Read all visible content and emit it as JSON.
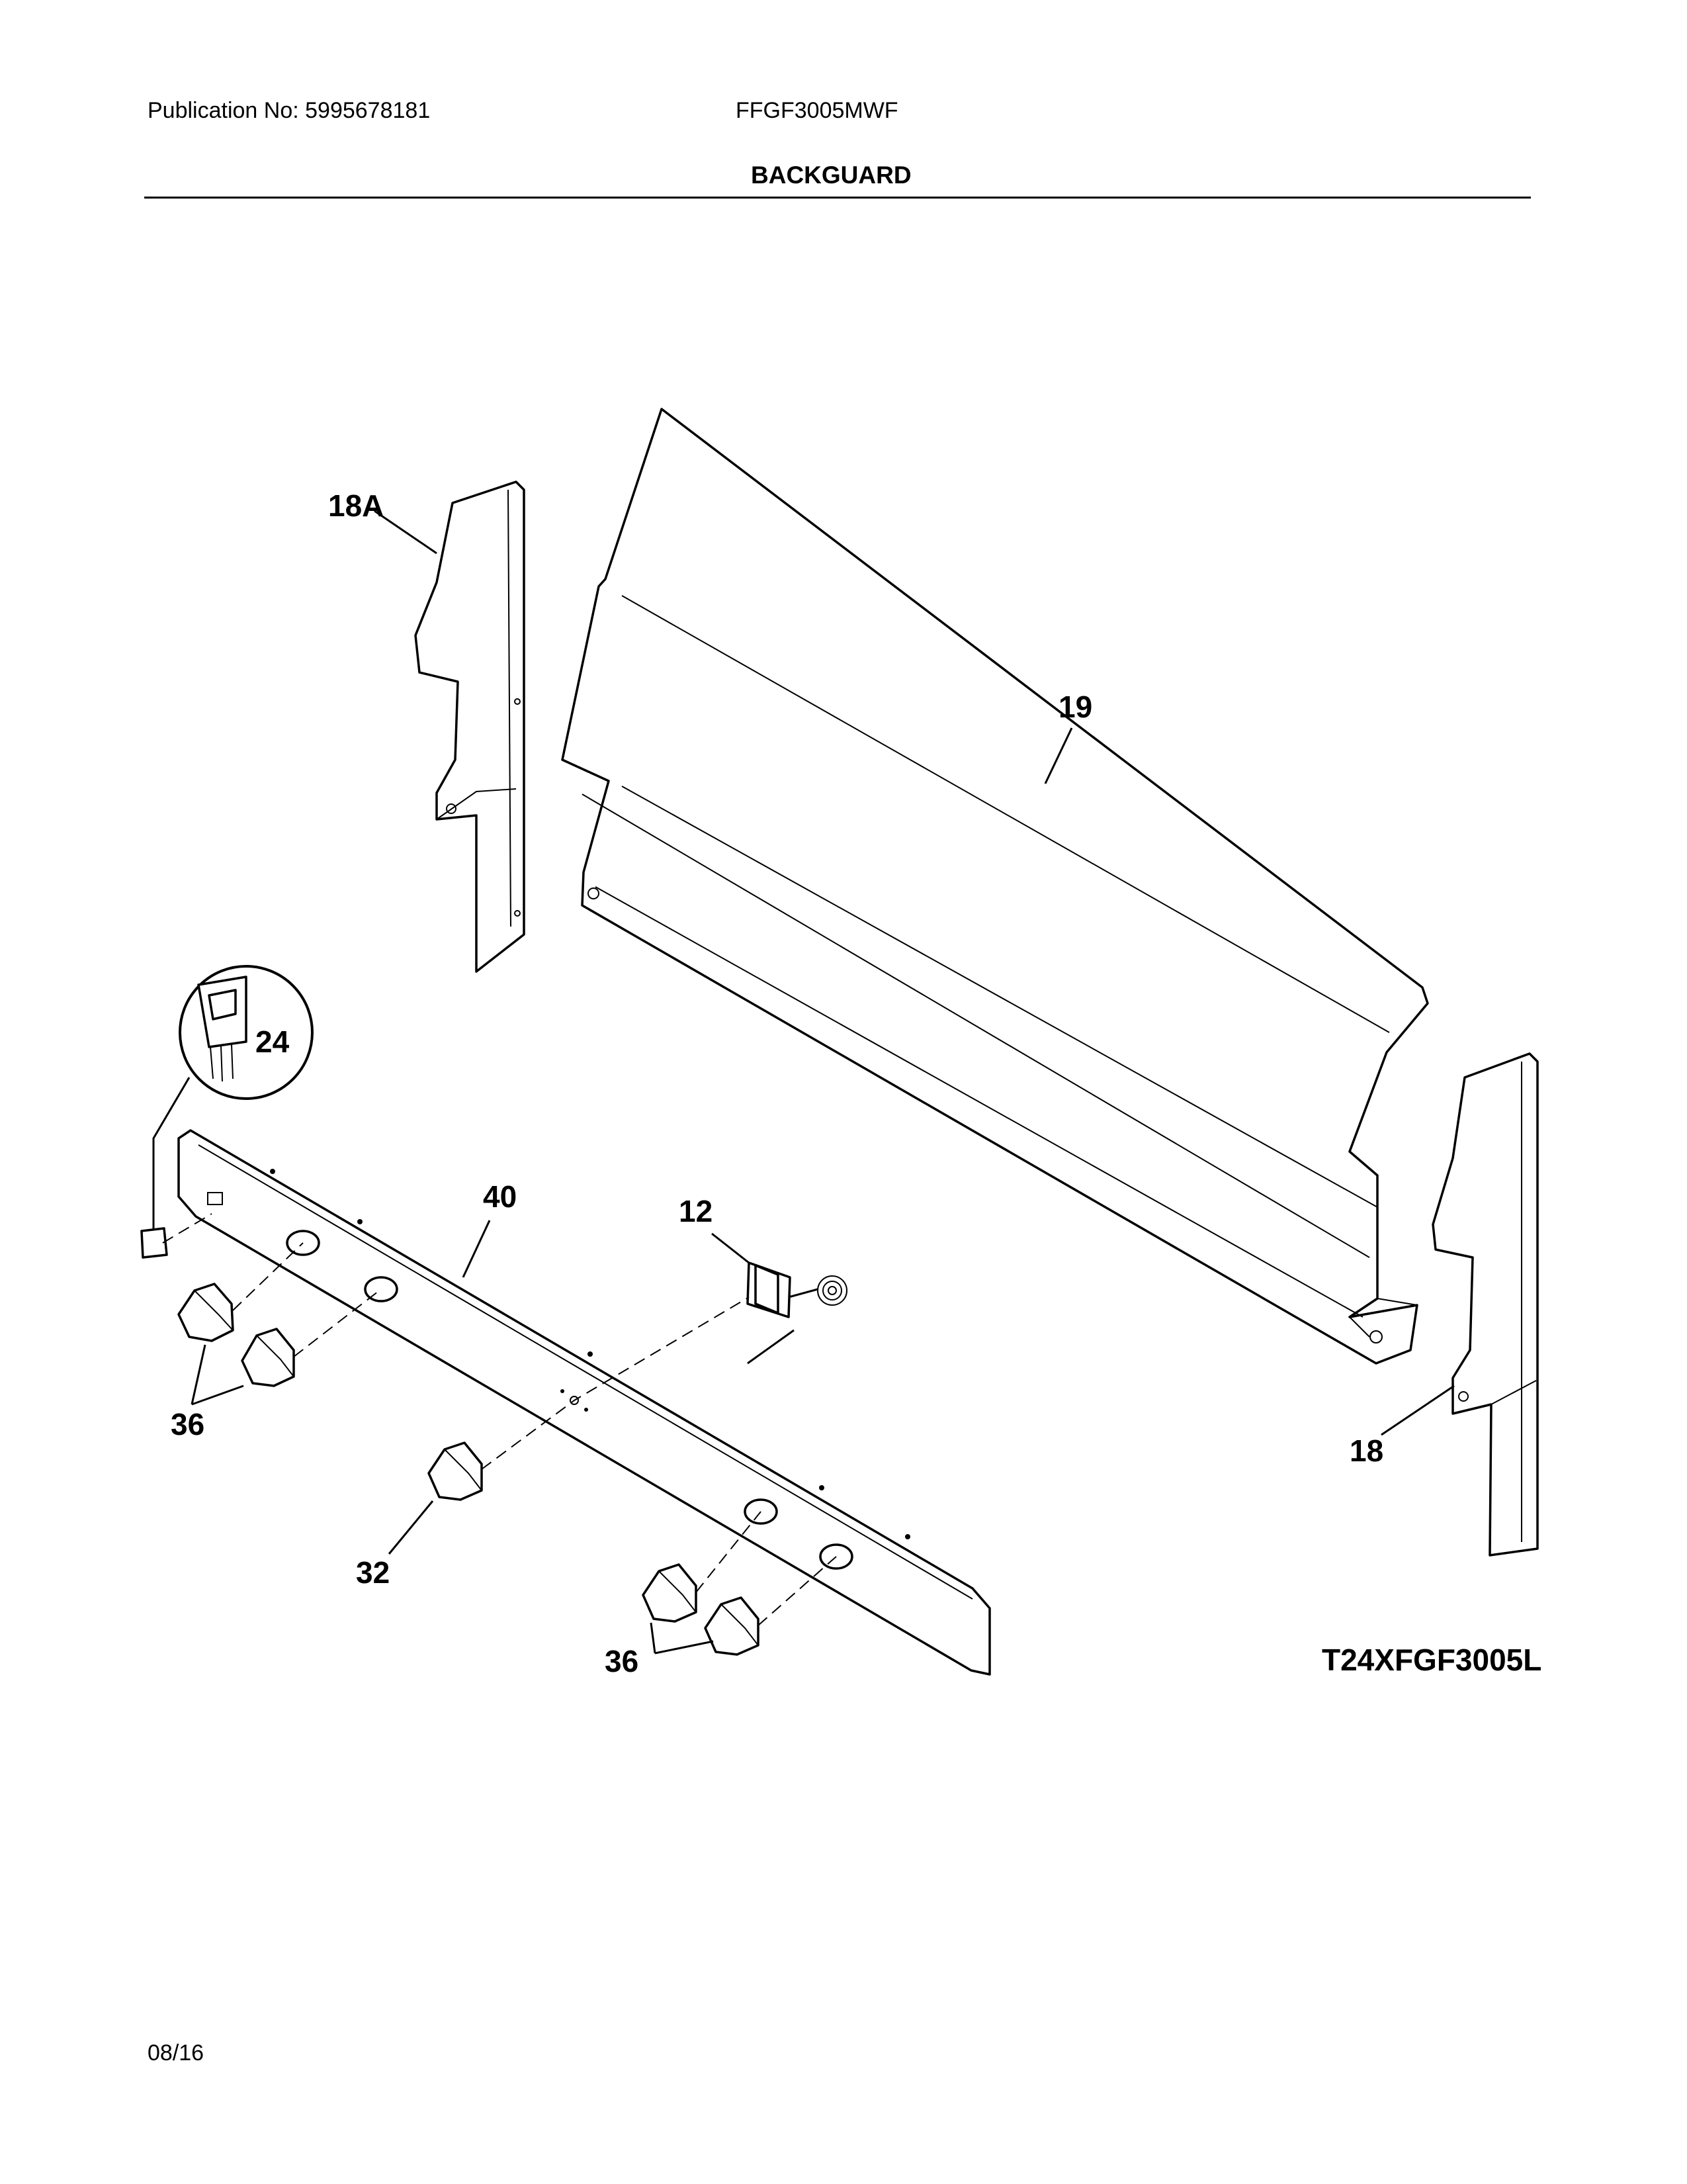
{
  "header": {
    "publication": "Publication No: 5995678181",
    "model": "FFGF3005MWF",
    "section_title": "BACKGUARD"
  },
  "diagram": {
    "callouts": {
      "c18a": "18A",
      "c19": "19",
      "c24": "24",
      "c40": "40",
      "c12": "12",
      "c36a": "36",
      "c18": "18",
      "c32": "32",
      "c36b": "36"
    },
    "drawing_code": "T24XFGF3005L"
  },
  "footer": {
    "date": "08/16"
  }
}
